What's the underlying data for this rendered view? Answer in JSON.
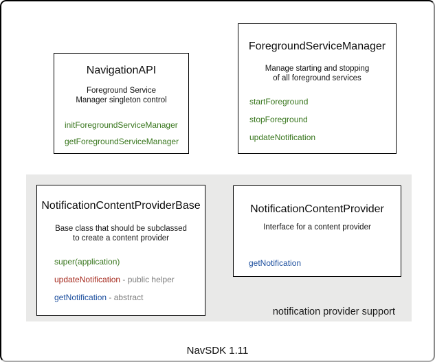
{
  "boxes": {
    "navigation_api": {
      "title": "NavigationAPI",
      "description": [
        "Foreground Service",
        "Manager singleton control"
      ],
      "methods": [
        {
          "label": "initForegroundServiceManager",
          "color": "green"
        },
        {
          "label": "getForegroundServiceManager",
          "color": "green"
        }
      ]
    },
    "foreground_service_manager": {
      "title": "ForegroundServiceManager",
      "description": [
        "Manage starting and stopping",
        "of all foreground services"
      ],
      "methods": [
        {
          "label": "startForeground",
          "color": "green"
        },
        {
          "label": "stopForeground",
          "color": "green"
        },
        {
          "label": "updateNotification",
          "color": "green"
        }
      ]
    },
    "notification_content_provider_base": {
      "title": "NotificationContentProviderBase",
      "description": [
        "Base class that should be subclassed",
        "to create a content provider"
      ],
      "methods": [
        {
          "label": "super(application)",
          "color": "green",
          "suffix": ""
        },
        {
          "label": "updateNotification",
          "color": "red",
          "suffix": " - public helper"
        },
        {
          "label": "getNotification",
          "color": "blue",
          "suffix": " - abstract"
        }
      ]
    },
    "notification_content_provider": {
      "title": "NotificationContentProvider",
      "description": [
        "Interface for a content provider"
      ],
      "methods": [
        {
          "label": "getNotification",
          "color": "blue"
        }
      ]
    }
  },
  "group": {
    "label": "notification provider support"
  },
  "footer": {
    "version_label": "NavSDK 1.11"
  },
  "colors": {
    "method_green": "#38761d",
    "method_red": "#a5281c",
    "method_blue": "#1d4f9e",
    "suffix_gray": "#7d7d7d",
    "group_bg": "#e9e9e8",
    "frame_border": "#000000"
  }
}
